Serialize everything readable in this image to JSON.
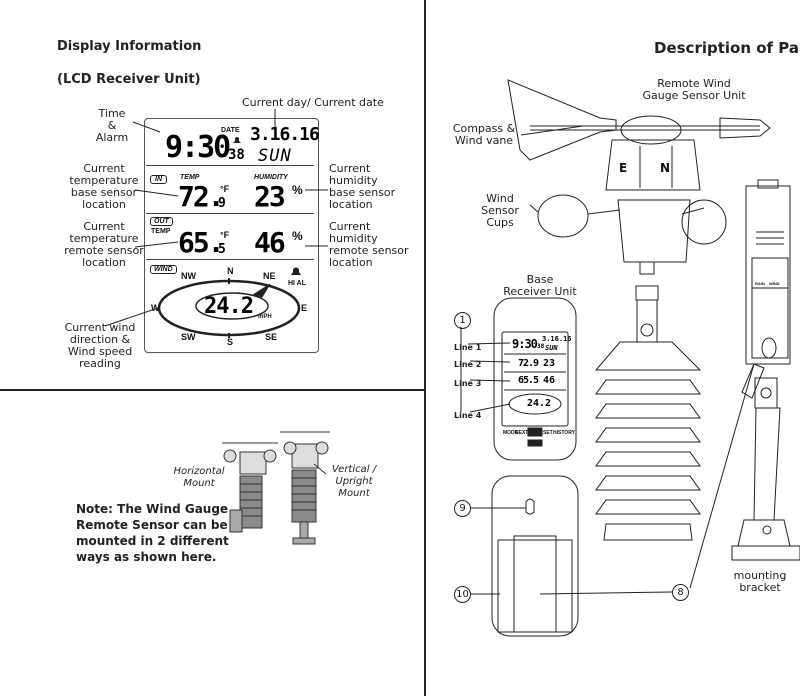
{
  "left": {
    "heading1": "Display Information",
    "heading2": "(LCD Receiver Unit)",
    "labels": {
      "time_alarm": [
        "Time",
        "&",
        "Alarm"
      ],
      "day_date": "Current day/ Current date",
      "temp_base": [
        "Current",
        "temperature",
        "base sensor",
        "location"
      ],
      "temp_remote": [
        "Current",
        "temperature",
        "remote sensor",
        "location"
      ],
      "humidity_base": [
        "Current",
        "humidity",
        "base sensor",
        "location"
      ],
      "humidity_remote": [
        "Current",
        "humidity",
        "remote sensor",
        "location"
      ],
      "wind": [
        "Current wind",
        "direction &",
        "Wind speed",
        "reading"
      ]
    },
    "lcd": {
      "time": "9:30",
      "seconds": "38",
      "date_tag": "DATE",
      "date": "3.16.16",
      "day": "SUN",
      "in_tag": "IN",
      "temp_tag": "TEMP",
      "humidity_tag": "HUMIDITY",
      "in_temp": "72.",
      "in_temp_dec": "9",
      "in_hum": "23",
      "out_tag": "OUT",
      "out_temp_tag": "TEMP",
      "out_temp": "65.",
      "out_temp_dec": "5",
      "out_hum": "46",
      "unit_f": "°F",
      "unit_pct": "%",
      "wind_tag": "WIND",
      "hi_al": "HI AL",
      "wind_speed": "24.2",
      "wind_unit": "mPH",
      "compass": {
        "n": "N",
        "nw": "NW",
        "ne": "NE",
        "w": "W",
        "e": "E",
        "sw": "SW",
        "s": "S",
        "se": "SE"
      }
    }
  },
  "bottom_left": {
    "horizontal_mount": [
      "Horizontal",
      "Mount"
    ],
    "vertical_mount": [
      "Vertical /",
      "Upright",
      "Mount"
    ],
    "note": [
      "Note: The Wind Gauge",
      "Remote Sensor can be",
      "mounted in 2 different",
      "ways as shown here."
    ]
  },
  "right": {
    "heading": "Description of Parts",
    "remote_unit": [
      "Remote Wind",
      "Gauge Sensor Unit"
    ],
    "compass_vane": [
      "Compass &",
      "Wind vane"
    ],
    "cups": [
      "Wind",
      "Sensor",
      "Cups"
    ],
    "base_unit": [
      "Base",
      "Receiver Unit"
    ],
    "lines": [
      "Line 1",
      "Line 2",
      "Line 3",
      "Line 4"
    ],
    "callouts": [
      "1",
      "9",
      "10",
      "8"
    ],
    "mini_lcd": {
      "time": "9:30",
      "sec": "38",
      "date": "3.16.16",
      "day": "SUN",
      "t1": "72.9",
      "h1": "23",
      "t2": "65.5",
      "h2": "46",
      "speed": "24.2"
    },
    "buttons": [
      "MODE",
      "NEXT",
      "SET",
      "HISTORY"
    ],
    "bracket_tag": [
      "RAIN",
      "WIND"
    ],
    "mounting_bracket": [
      "mounting",
      "bracket"
    ],
    "compass_letters": [
      "E",
      "N"
    ]
  }
}
